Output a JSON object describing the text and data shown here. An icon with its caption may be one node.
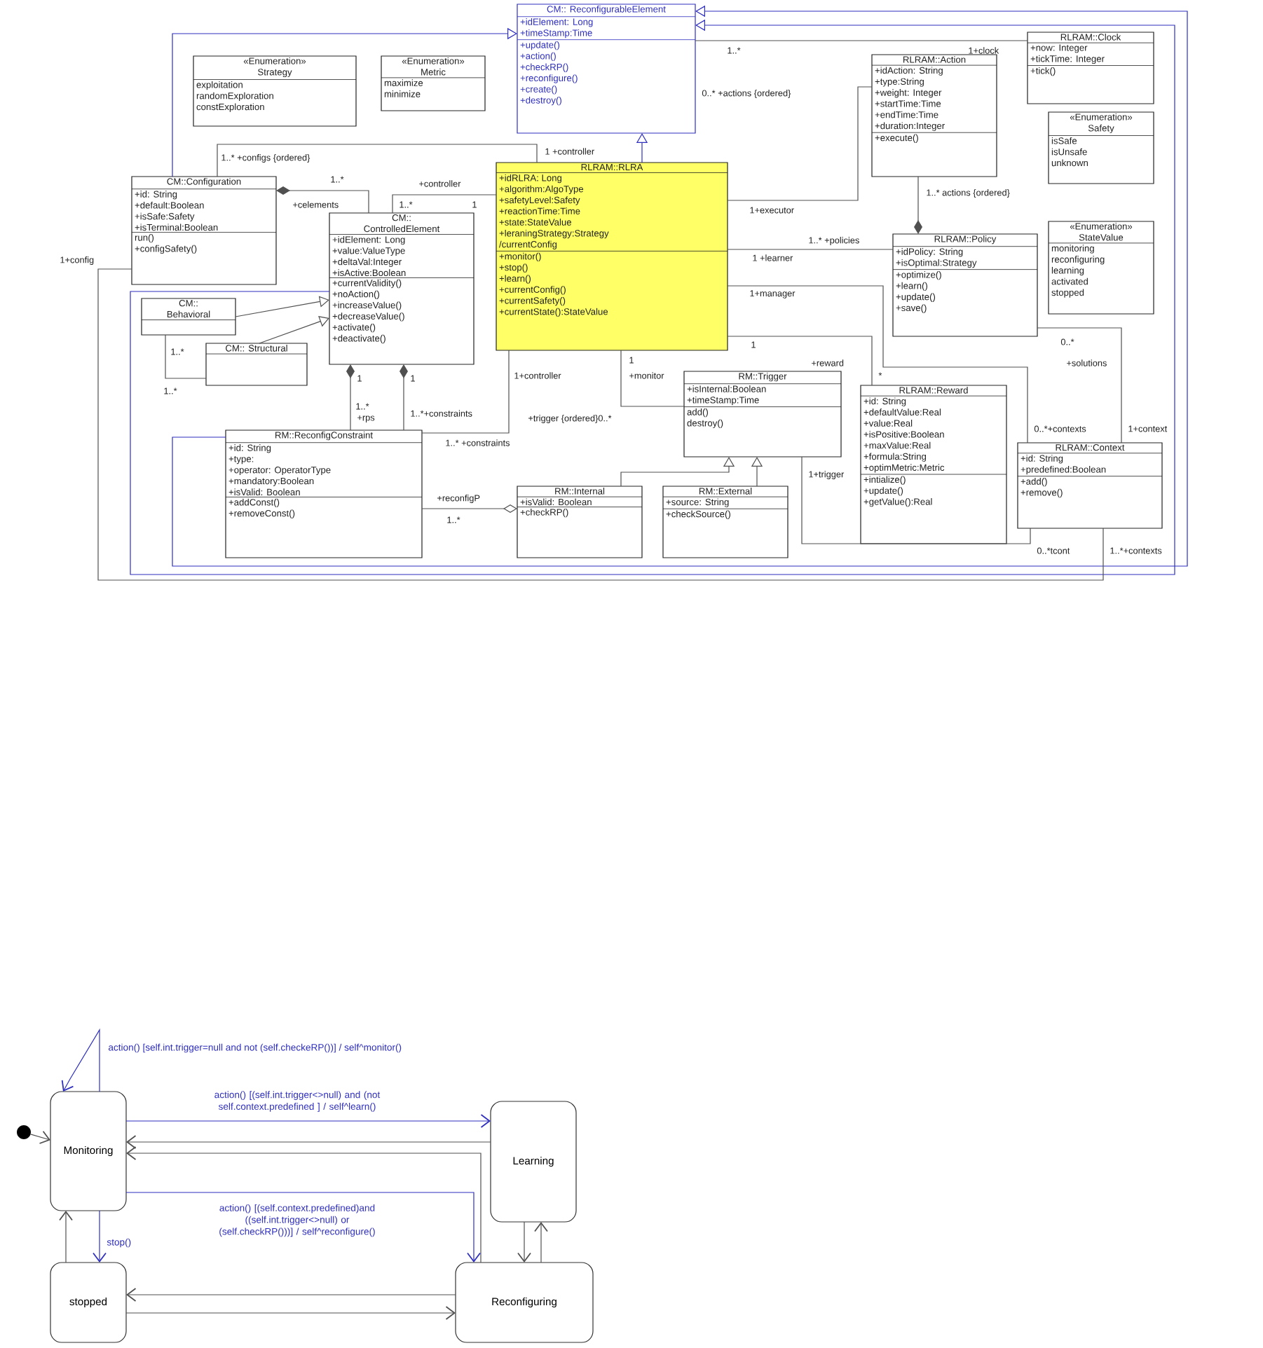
{
  "diagram": {
    "nodes": [
      {
        "text": [
          "CM:: ReconfigurableElement",
          "+idElement: Long",
          "+timeStamp:Time",
          "+update()",
          "+action()",
          "+checkRP()",
          "+reconfigure()",
          "+create()",
          "+destroy()"
        ]
      },
      {
        "text": [
          "«Enumeration» Strategy",
          "exploitation",
          "randomExploration",
          "constExploration"
        ]
      },
      {
        "text": [
          "«Enumeration» Metric",
          "maximize",
          "minimize"
        ]
      },
      {
        "text": [
          "RLRAM::Clock",
          "+now: Integer",
          "+tickTime: Integer",
          "+tick()"
        ]
      },
      {
        "text": [
          "RLRAM::Action",
          "+idAction: String",
          "+type:String",
          "+weight: Integer",
          "+startTime:Time",
          "+endTime:Time",
          "+duration:Integer",
          "+execute()"
        ]
      },
      {
        "text": [
          "«Enumeration» Safety",
          "isSafe",
          "isUnsafe",
          "unknown"
        ]
      },
      {
        "text": [
          "CM::Configuration",
          "+id: String",
          "+default:Boolean",
          "+isSafe:Safety",
          "+isTerminal:Boolean",
          "run()",
          "+configSafety()"
        ]
      },
      {
        "text": [
          "RLRAM::RLRA",
          "+idRLRA: Long",
          "+algorithm:AlgoType",
          "+safetyLevel:Safety",
          "+reactionTime:Time",
          "+state:StateValue",
          "+leraningStrategy:Strategy",
          "/currentConfig",
          "+monitor()",
          "+stop()",
          "+learn()",
          "+currentConfig()",
          "+currentSafety()",
          "+currentState():StateValue"
        ]
      },
      {
        "text": [
          "CM:: ControlledElement",
          "+idElement: Long",
          "+value:ValueType",
          "+deltaVal:Integer",
          "+isActive:Boolean",
          "+currentValidity()",
          "+noAction()",
          "+increaseValue()",
          "+decreaseValue()",
          "+activate()",
          "+deactivate()"
        ]
      },
      {
        "text": [
          "RLRAM::Policy",
          "+idPolicy: String",
          "+isOptimal:Strategy",
          "+optimize()",
          "+learn()",
          "+update()",
          "+save()"
        ]
      },
      {
        "text": [
          "«Enumeration» StateValue",
          "monitoring",
          "reconfiguring",
          "learning",
          "activated",
          "stopped"
        ]
      },
      {
        "text": [
          "CM:: Behavioral"
        ]
      },
      {
        "text": [
          "CM:: Structural"
        ]
      },
      {
        "text": [
          "RM::ReconfigConstraint",
          "+id: String",
          "+type:",
          "+operator: OperatorType",
          "+mandatory:Boolean",
          "+isValid: Boolean",
          "+addConst()",
          "+removeConst()"
        ]
      },
      {
        "text": [
          "RM::Trigger",
          "+isInternal:Boolean",
          "+timeStamp:Time",
          "add()",
          "destroy()"
        ]
      },
      {
        "text": [
          "RLRAM::Reward",
          "+id: String",
          "+defaultValue:Real",
          "+value:Real",
          "+isPositive:Boolean",
          "+maxValue:Real",
          "+formula:String",
          "+optimMetric:Metric",
          "+intialize()",
          "+update()",
          "+getValue():Real"
        ]
      },
      {
        "text": [
          "RM::Internal",
          "+isValid: Boolean",
          "+checkRP()"
        ]
      },
      {
        "text": [
          "RM::External",
          "+source: String",
          "+checkSource()"
        ]
      },
      {
        "text": [
          "RLRAM::Context",
          "+id: String",
          "+predefined:Boolean",
          "+add()",
          "+remove()"
        ]
      },
      {
        "text": [],
        "shape": "circle"
      },
      {
        "text": [
          "Monitoring"
        ]
      },
      {
        "text": [
          "Learning"
        ]
      },
      {
        "text": [
          "stopped"
        ]
      },
      {
        "text": [
          "Reconfiguring"
        ]
      }
    ],
    "edges": [
      {
        "from": 6,
        "to": 0,
        "arrow": "to",
        "color": "#2f2fbf"
      },
      {
        "from": 7,
        "to": 0,
        "arrow": "to",
        "color": "#2f2fbf"
      },
      {
        "from": 8,
        "to": 0,
        "arrow": "to",
        "color": "#2f2fbf"
      },
      {
        "from": 13,
        "to": 0,
        "arrow": "to",
        "color": "#2f2fbf"
      },
      {
        "from": 11,
        "to": 8,
        "arrow": "to"
      },
      {
        "from": 12,
        "to": 8,
        "arrow": "to"
      },
      {
        "from": 11,
        "to": 12,
        "arrow": "none"
      },
      {
        "from": 6,
        "to": 7,
        "arrow": "none"
      },
      {
        "from": 6,
        "to": 8,
        "arrow": "other"
      },
      {
        "from": 8,
        "to": 7,
        "arrow": "none"
      },
      {
        "from": 0,
        "to": 3,
        "arrow": "none"
      },
      {
        "from": 7,
        "to": 4,
        "arrow": "none"
      },
      {
        "from": 9,
        "to": 4,
        "arrow": "other"
      },
      {
        "from": 7,
        "to": 9,
        "arrow": "none"
      },
      {
        "from": 7,
        "to": 18,
        "arrow": "none"
      },
      {
        "from": 7,
        "to": 15,
        "arrow": "none"
      },
      {
        "from": 9,
        "to": 18,
        "arrow": "none"
      },
      {
        "from": 7,
        "to": 14,
        "arrow": "none"
      },
      {
        "from": 7,
        "to": 13,
        "arrow": "none"
      },
      {
        "from": 8,
        "to": 13,
        "arrow": "other"
      },
      {
        "from": 8,
        "to": 13,
        "arrow": "other"
      },
      {
        "from": 16,
        "to": 13,
        "arrow": "other"
      },
      {
        "from": 16,
        "to": 14,
        "arrow": "to"
      },
      {
        "from": 17,
        "to": 14,
        "arrow": "to"
      },
      {
        "from": 14,
        "to": 18,
        "arrow": "none"
      },
      {
        "from": 6,
        "to": 18,
        "arrow": "none"
      },
      {
        "from": 19,
        "to": 20,
        "arrow": "to"
      },
      {
        "from": 20,
        "to": 20,
        "arrow": "to",
        "color": "#2f2fbf",
        "label": "action() [self.int.trigger=null and not (self.checkeRP())] / self^monitor()"
      },
      {
        "from": 20,
        "to": 21,
        "arrow": "to",
        "color": "#2f2fbf",
        "label": "action() [(self.int.trigger<>null) and (not self.context.predefined ] / self^learn()"
      },
      {
        "from": 21,
        "to": 20,
        "arrow": "to"
      },
      {
        "from": 23,
        "to": 20,
        "arrow": "to"
      },
      {
        "from": 20,
        "to": 23,
        "arrow": "to",
        "color": "#2f2fbf",
        "label": "action() [(self.context.predefined)and ((self.int.trigger<>null) or (self.checkRP()))] / self^reconfigure()"
      },
      {
        "from": 20,
        "to": 22,
        "arrow": "to",
        "color": "#2f2fbf",
        "label": "stop()"
      },
      {
        "from": 22,
        "to": 20,
        "arrow": "to"
      },
      {
        "from": 23,
        "to": 22,
        "arrow": "to"
      },
      {
        "from": 22,
        "to": 23,
        "arrow": "to"
      },
      {
        "from": 21,
        "to": 23,
        "arrow": "to"
      },
      {
        "from": 23,
        "to": 21,
        "arrow": "to"
      }
    ],
    "labels": [
      "1..*",
      "1+clock",
      "0..* +actions {ordered}",
      "1..* +configs {ordered}",
      "1 +controller",
      "1..*",
      "+controller",
      "+celements",
      "1..*",
      "1",
      "1+executor",
      "1..* actions {ordered}",
      "1..* +policies",
      "1 +learner",
      "1+manager",
      "1",
      "0..*",
      "+reward",
      "*",
      "+solutions",
      "1..*",
      "1",
      "1+controller",
      "+monitor",
      "1",
      "1",
      "1..*",
      "1..*",
      "+rps",
      "1..*+constraints",
      "+trigger {ordered}0..*",
      "0..*+contexts",
      "1+context",
      "1..* +constraints",
      "1+trigger",
      "+reconfigP",
      "1..*",
      "0..*tcont",
      "1..*+contexts",
      "1+config"
    ]
  }
}
